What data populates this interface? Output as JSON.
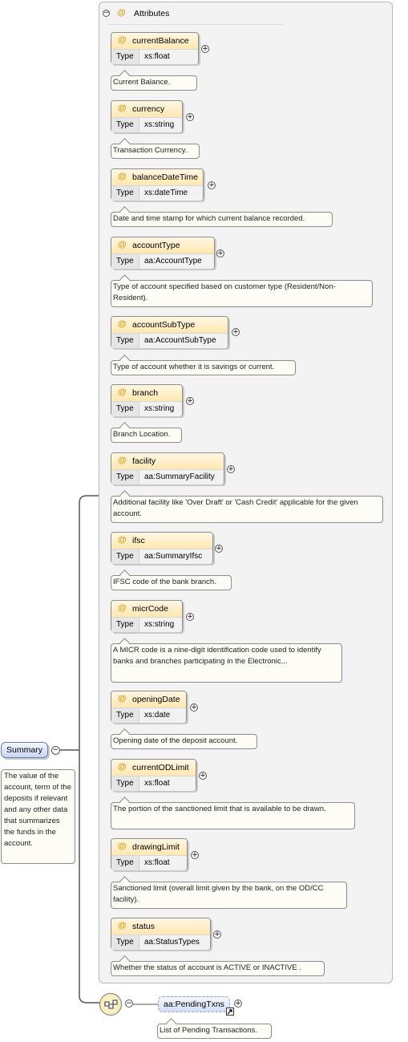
{
  "root": {
    "label": "Summary",
    "doc": "The value of the account, term of the deposits if relevant and any other data that summarizes the funds in the account."
  },
  "attributes_group": {
    "title": "Attributes",
    "type_label": "Type",
    "items": [
      {
        "name": "currentBalance",
        "type": "xs:float",
        "doc": "Current Balance."
      },
      {
        "name": "currency",
        "type": "xs:string",
        "doc": "Transaction Currency."
      },
      {
        "name": "balanceDateTime",
        "type": "xs:dateTime",
        "doc": "Date and time stamp for which current balance recorded."
      },
      {
        "name": "accountType",
        "type": "aa:AccountType",
        "doc": "Type of account specified based on customer type (Resident/Non-Resident)."
      },
      {
        "name": "accountSubType",
        "type": "aa:AccountSubType",
        "doc": "Type of account whether it is savings or current."
      },
      {
        "name": "branch",
        "type": "xs:string",
        "doc": "Branch Location."
      },
      {
        "name": "facility",
        "type": "aa:SummaryFacility",
        "doc": "Additional facility like 'Over Draft' or 'Cash Credit' applicable for the given account."
      },
      {
        "name": "ifsc",
        "type": "aa:SummaryIfsc",
        "doc": "IFSC code of the bank branch."
      },
      {
        "name": "micrCode",
        "type": "xs:string",
        "doc": "A MICR code is a nine-digit identification code used to identify banks and branches participating in the Electronic..."
      },
      {
        "name": "openingDate",
        "type": "xs:date",
        "doc": "Opening date of the deposit account."
      },
      {
        "name": "currentODLimit",
        "type": "xs:float",
        "doc": "The portion of the sanctioned limit that is available to be drawn."
      },
      {
        "name": "drawingLimit",
        "type": "xs:float",
        "doc": "Sanctioned limit (overall limit given by the bank, on the OD/CC facility)."
      },
      {
        "name": "status",
        "type": "aa:StatusTypes",
        "doc": "Whether the status of account is ACTIVE or INACTIVE ."
      }
    ]
  },
  "pending": {
    "label": "aa:PendingTxns",
    "doc": "List of Pending Transactions."
  },
  "colors": {
    "attribute_header": "#ffe7b0",
    "element_fill": "#c8d5f3",
    "at_symbol": "#d9a11d"
  }
}
